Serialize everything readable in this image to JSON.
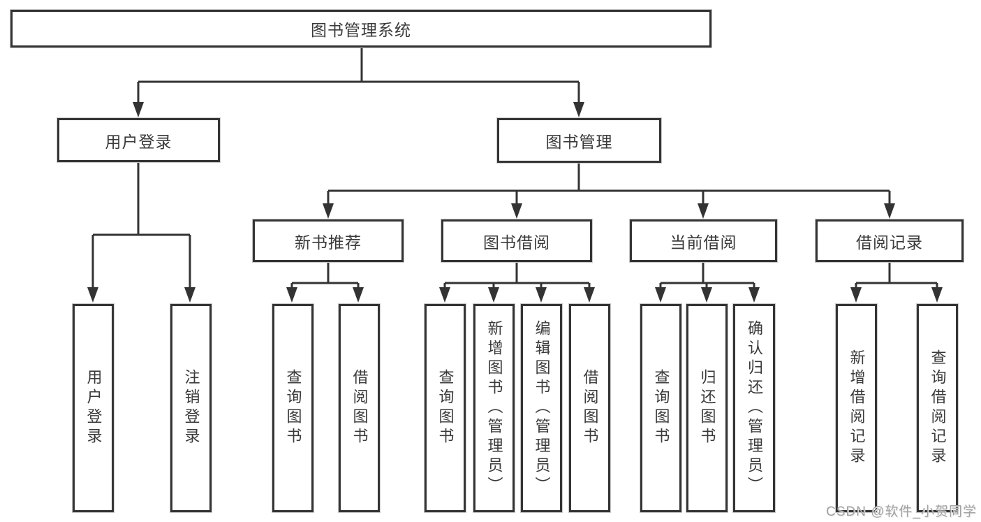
{
  "diagram": {
    "title": "图书管理系统",
    "root": {
      "label": "图书管理系统"
    },
    "level2": [
      {
        "label": "用户登录"
      },
      {
        "label": "图书管理"
      }
    ],
    "level3": [
      {
        "label": "新书推荐"
      },
      {
        "label": "图书借阅"
      },
      {
        "label": "当前借阅"
      },
      {
        "label": "借阅记录"
      }
    ],
    "leaves": {
      "login": [
        "用户登录",
        "注销登录"
      ],
      "recommend": [
        "查询图书",
        "借阅图书"
      ],
      "borrow": [
        "查询图书",
        "新增图书（管理员）",
        "编辑图书（管理员）",
        "借阅图书"
      ],
      "current": [
        "查询图书",
        "归还图书",
        "确认归还（管理员）"
      ],
      "records": [
        "新增借阅记录",
        "查询借阅记录"
      ]
    },
    "colors": {
      "line": "#333333",
      "box_border": "#343434",
      "text": "#3a3a3a",
      "background": "#ffffff",
      "watermark": "#a3a3a3"
    }
  },
  "watermark": {
    "text": "CSDN @软件_小贺同学"
  }
}
